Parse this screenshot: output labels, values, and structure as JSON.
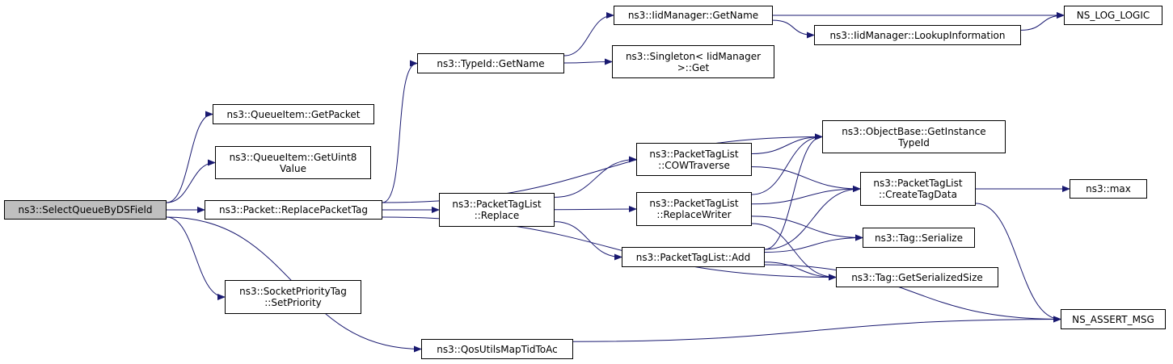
{
  "colors": {
    "edge": "#191970",
    "root_fill": "#bfbfbf",
    "node_fill": "#ffffff",
    "node_border": "#000000"
  },
  "nodes": {
    "root": [
      "ns3::SelectQueueByDSField"
    ],
    "getpacket": [
      "ns3::QueueItem::GetPacket"
    ],
    "getuint8": [
      "ns3::QueueItem::GetUint8",
      "Value"
    ],
    "replacepackettag": [
      "ns3::Packet::ReplacePacketTag"
    ],
    "setpriority": [
      "ns3::SocketPriorityTag",
      "::SetPriority"
    ],
    "qosutils": [
      "ns3::QosUtilsMapTidToAc"
    ],
    "typeid_getname": [
      "ns3::TypeId::GetName"
    ],
    "iid_getname": [
      "ns3::IidManager::GetName"
    ],
    "singleton_get": [
      "ns3::Singleton< IidManager",
      ">::Get"
    ],
    "lookupinfo": [
      "ns3::IidManager::LookupInformation"
    ],
    "ns_log_logic": [
      "NS_LOG_LOGIC"
    ],
    "ptl_replace": [
      "ns3::PacketTagList",
      "::Replace"
    ],
    "cowtraverse": [
      "ns3::PacketTagList",
      "::COWTraverse"
    ],
    "replacewriter": [
      "ns3::PacketTagList",
      "::ReplaceWriter"
    ],
    "ptl_add": [
      "ns3::PacketTagList::Add"
    ],
    "getinstancetypeid": [
      "ns3::ObjectBase::GetInstance",
      "TypeId"
    ],
    "createtagdata": [
      "ns3::PacketTagList",
      "::CreateTagData"
    ],
    "tag_serialize": [
      "ns3::Tag::Serialize"
    ],
    "tag_getserializedsize": [
      "ns3::Tag::GetSerializedSize"
    ],
    "ns3_max": [
      "ns3::max"
    ],
    "ns_assert_msg": [
      "NS_ASSERT_MSG"
    ]
  },
  "edges": [
    [
      "root",
      "getpacket"
    ],
    [
      "root",
      "getuint8"
    ],
    [
      "root",
      "replacepackettag"
    ],
    [
      "root",
      "setpriority"
    ],
    [
      "root",
      "qosutils"
    ],
    [
      "replacepackettag",
      "typeid_getname"
    ],
    [
      "replacepackettag",
      "ptl_replace"
    ],
    [
      "replacepackettag",
      "getinstancetypeid"
    ],
    [
      "replacepackettag",
      "tag_getserializedsize"
    ],
    [
      "typeid_getname",
      "iid_getname"
    ],
    [
      "typeid_getname",
      "singleton_get"
    ],
    [
      "iid_getname",
      "ns_log_logic"
    ],
    [
      "iid_getname",
      "lookupinfo"
    ],
    [
      "lookupinfo",
      "ns_log_logic"
    ],
    [
      "ptl_replace",
      "cowtraverse"
    ],
    [
      "ptl_replace",
      "replacewriter"
    ],
    [
      "ptl_replace",
      "ptl_add"
    ],
    [
      "cowtraverse",
      "getinstancetypeid"
    ],
    [
      "cowtraverse",
      "createtagdata"
    ],
    [
      "replacewriter",
      "getinstancetypeid"
    ],
    [
      "replacewriter",
      "createtagdata"
    ],
    [
      "replacewriter",
      "tag_serialize"
    ],
    [
      "replacewriter",
      "tag_getserializedsize"
    ],
    [
      "ptl_add",
      "getinstancetypeid"
    ],
    [
      "ptl_add",
      "createtagdata"
    ],
    [
      "ptl_add",
      "tag_serialize"
    ],
    [
      "ptl_add",
      "tag_getserializedsize"
    ],
    [
      "ptl_add",
      "ns_assert_msg"
    ],
    [
      "createtagdata",
      "ns3_max"
    ],
    [
      "createtagdata",
      "ns_assert_msg"
    ],
    [
      "qosutils",
      "ns_assert_msg"
    ]
  ]
}
